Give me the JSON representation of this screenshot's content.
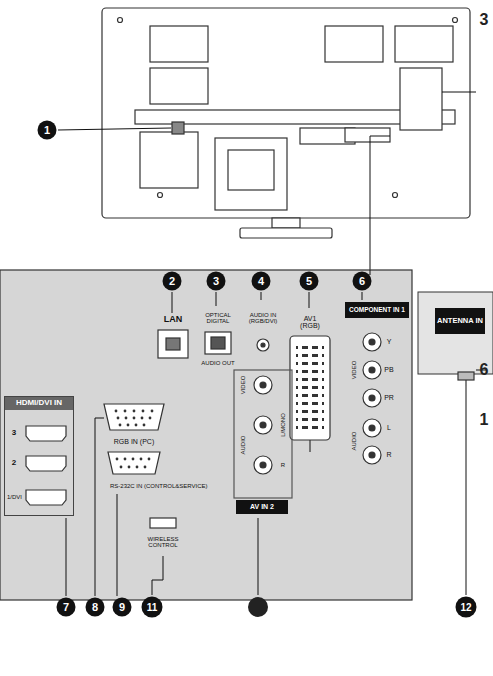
{
  "diagram": {
    "nodes": [
      {
        "text": [
          "HDMI/DVI IN"
        ]
      },
      {
        "text": [
          "COMPONENT IN 1"
        ]
      },
      {
        "text": [
          "AV IN 2"
        ]
      },
      {
        "text": [
          "ANTENNA IN"
        ]
      }
    ],
    "labels": [
      "3",
      "1",
      "2",
      "3",
      "4",
      "5",
      "6",
      "LAN",
      "OPTICAL DIGITAL",
      "AUDIO OUT",
      "AUDIO IN (RGB/DVI)",
      "AV1 (RGB)",
      "VIDEO",
      "Y",
      "PB",
      "PR",
      "AUDIO",
      "L",
      "R",
      "6",
      "1",
      "3",
      "2",
      "1/DVI",
      "RGB IN (PC)",
      "RS-232C IN (CONTROL&SERVICE)",
      "WIRELESS CONTROL",
      "VIDEO",
      "AUDIO",
      "L/MONO",
      "R",
      "7",
      "8",
      "9",
      "11",
      "12"
    ]
  }
}
